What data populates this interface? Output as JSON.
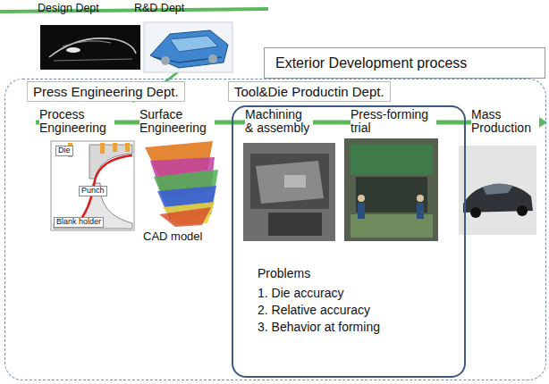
{
  "diagram": {
    "nodes": [
      {
        "text": [
          "Exterior Development process"
        ]
      },
      {
        "text": [
          "Press Engineering Dept.",
          "Tool&Die Productin Dept."
        ]
      },
      {
        "text": [
          "Problems",
          "1. Die accuracy",
          "2. Relative accuracy",
          "3. Behavior at forming"
        ],
        "in": 1
      }
    ],
    "edges": [],
    "labels": [
      "Design Dept",
      "R&D Dept",
      "Process Engineering",
      "Surface Engineering",
      "Die",
      "Punch",
      "Blank holder",
      "CAD model",
      "Machining & assembly",
      "Press-forming trial",
      "Mass Production"
    ]
  }
}
